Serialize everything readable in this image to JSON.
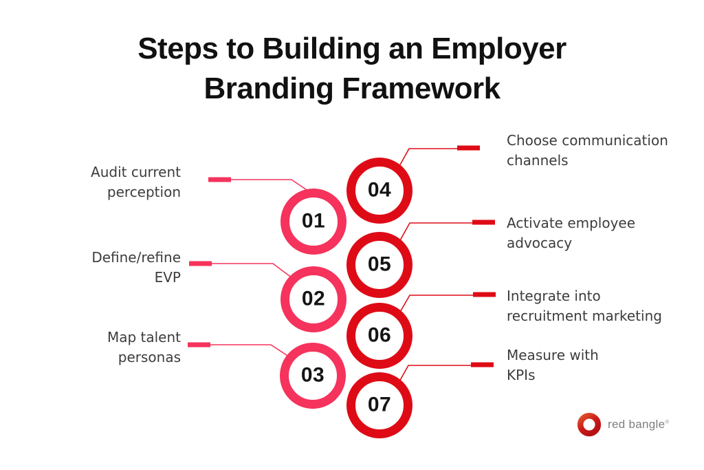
{
  "title": "Steps to Building an Employer Branding Framework",
  "title_lines": [
    "Steps to Building an Employer",
    "Branding Framework"
  ],
  "steps": [
    {
      "number": "01",
      "side": "left",
      "label": "Audit current perception",
      "label_lines": [
        "Audit current",
        "perception"
      ]
    },
    {
      "number": "02",
      "side": "left",
      "label": "Define/refine EVP",
      "label_lines": [
        "Define/refine",
        "EVP"
      ]
    },
    {
      "number": "03",
      "side": "left",
      "label": "Map talent personas",
      "label_lines": [
        "Map talent",
        "personas"
      ]
    },
    {
      "number": "04",
      "side": "right",
      "label": "Choose communication channels",
      "label_lines": [
        "Choose communication",
        "channels"
      ]
    },
    {
      "number": "05",
      "side": "right",
      "label": "Activate employee advocacy",
      "label_lines": [
        "Activate employee",
        "advocacy"
      ]
    },
    {
      "number": "06",
      "side": "right",
      "label": "Integrate into recruitment marketing",
      "label_lines": [
        "Integrate into",
        "recruitment marketing"
      ]
    },
    {
      "number": "07",
      "side": "right",
      "label": "Measure with KPIs",
      "label_lines": [
        "Measure with",
        "KPIs"
      ]
    }
  ],
  "logo": {
    "name": "red bangle",
    "mark": "®"
  },
  "colors": {
    "background": "#ffffff",
    "left_accent": "#f5335c",
    "right_accent": "#de0b16",
    "title_text": "#111111",
    "label_text": "#3c3c3c",
    "logo_text": "#7e7e7e",
    "logo_ring_light": "#e0532c",
    "logo_ring_dark": "#b41215"
  }
}
